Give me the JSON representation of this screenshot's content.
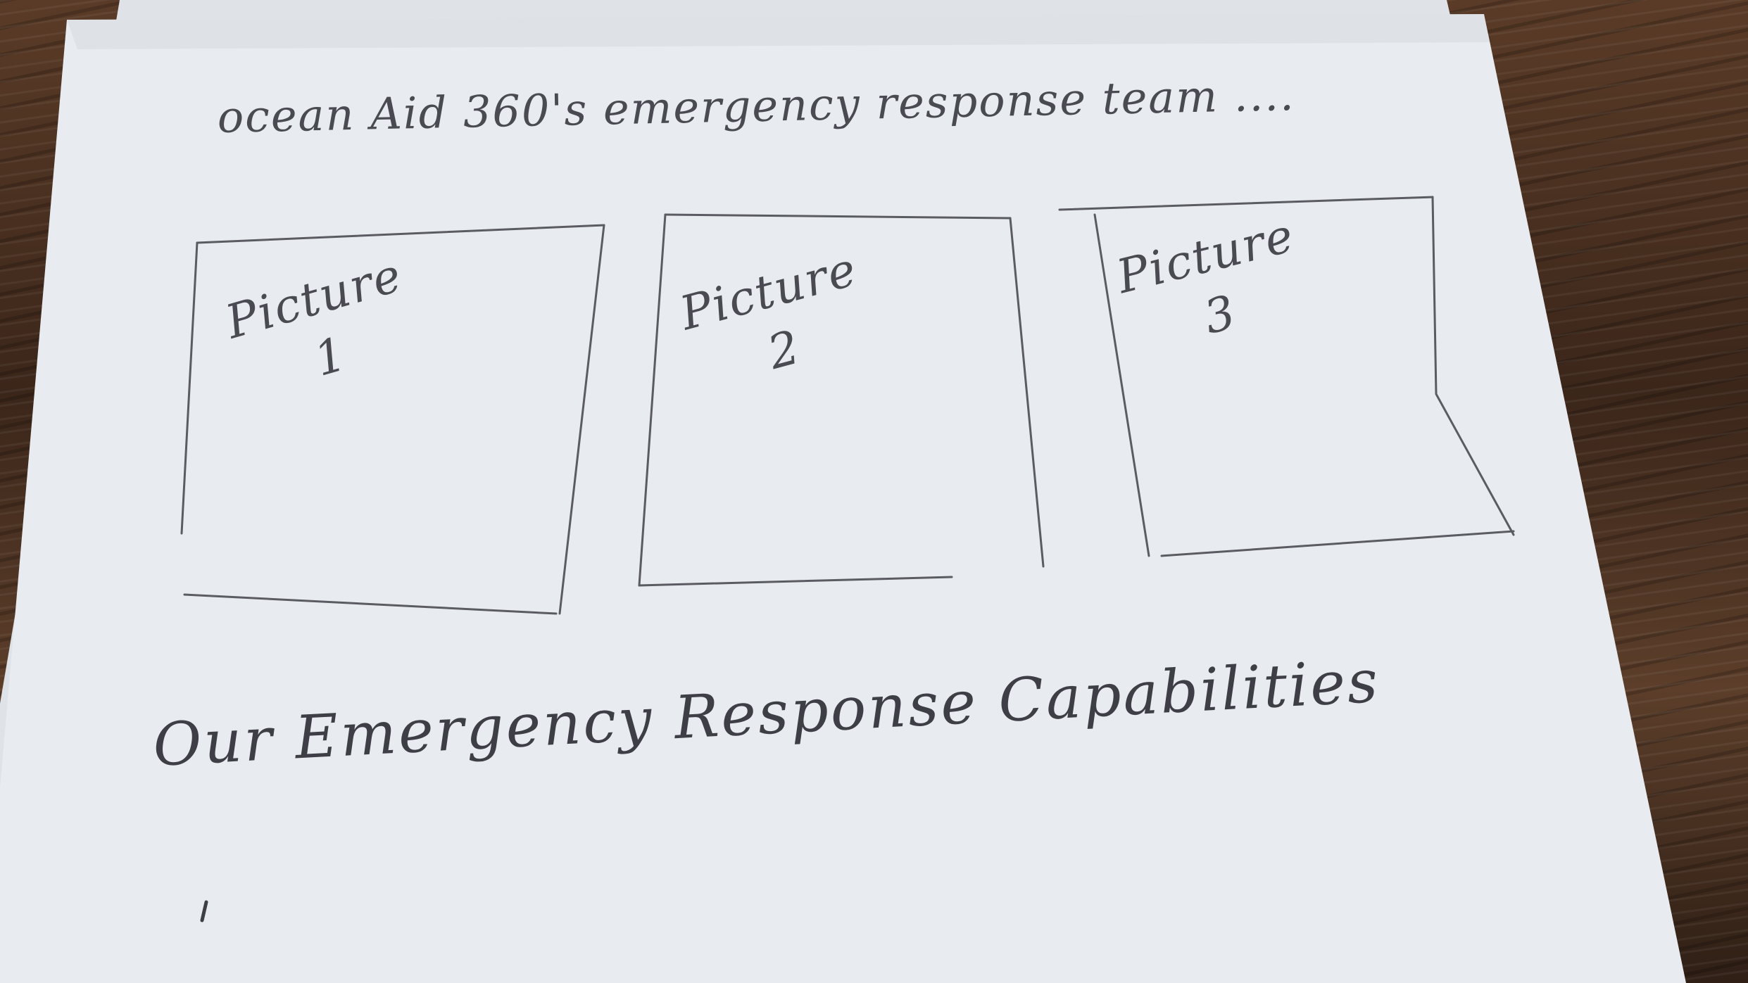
{
  "sketch": {
    "heading": "ocean Aid 360's emergency response team ....",
    "placeholders": [
      {
        "line1": "Picture",
        "line2": "1"
      },
      {
        "line1": "Picture",
        "line2": "2"
      },
      {
        "line1": "Picture",
        "line2": "3"
      }
    ],
    "section_title": "Our Emergency Response Capabilities"
  },
  "colors": {
    "paper": "#e9ecf0",
    "pencil": "#4a4a52",
    "table": "#4a3223"
  }
}
